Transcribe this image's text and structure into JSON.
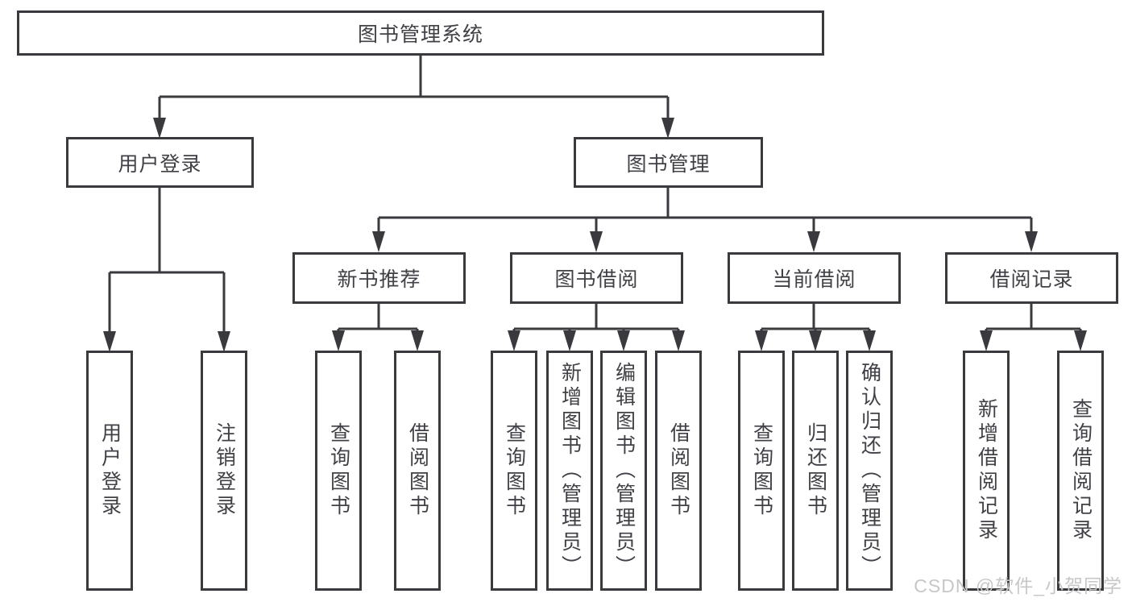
{
  "nodes": {
    "root": "图书管理系统",
    "user_login": "用户登录",
    "book_management": "图书管理",
    "new_book_recommend": "新书推荐",
    "book_borrowing": "图书借阅",
    "current_borrowing": "当前借阅",
    "borrowing_records": "借阅记录",
    "leaf_user_login": "用户登录",
    "leaf_logout": "注销登录",
    "leaf_nbr_query_books": "查询图书",
    "leaf_nbr_borrow_books": "借阅图书",
    "leaf_bb_query_books": "查询图书",
    "leaf_bb_add_books_admin": "新增图书（管理员）",
    "leaf_bb_edit_books_admin": "编辑图书（管理员）",
    "leaf_bb_borrow_books": "借阅图书",
    "leaf_cb_query_books": "查询图书",
    "leaf_cb_return_books": "归还图书",
    "leaf_cb_confirm_return_admin": "确认归还（管理员）",
    "leaf_br_add_record": "新增借阅记录",
    "leaf_br_query_record": "查询借阅记录"
  },
  "watermark": "CSDN @软件_小贺同学"
}
